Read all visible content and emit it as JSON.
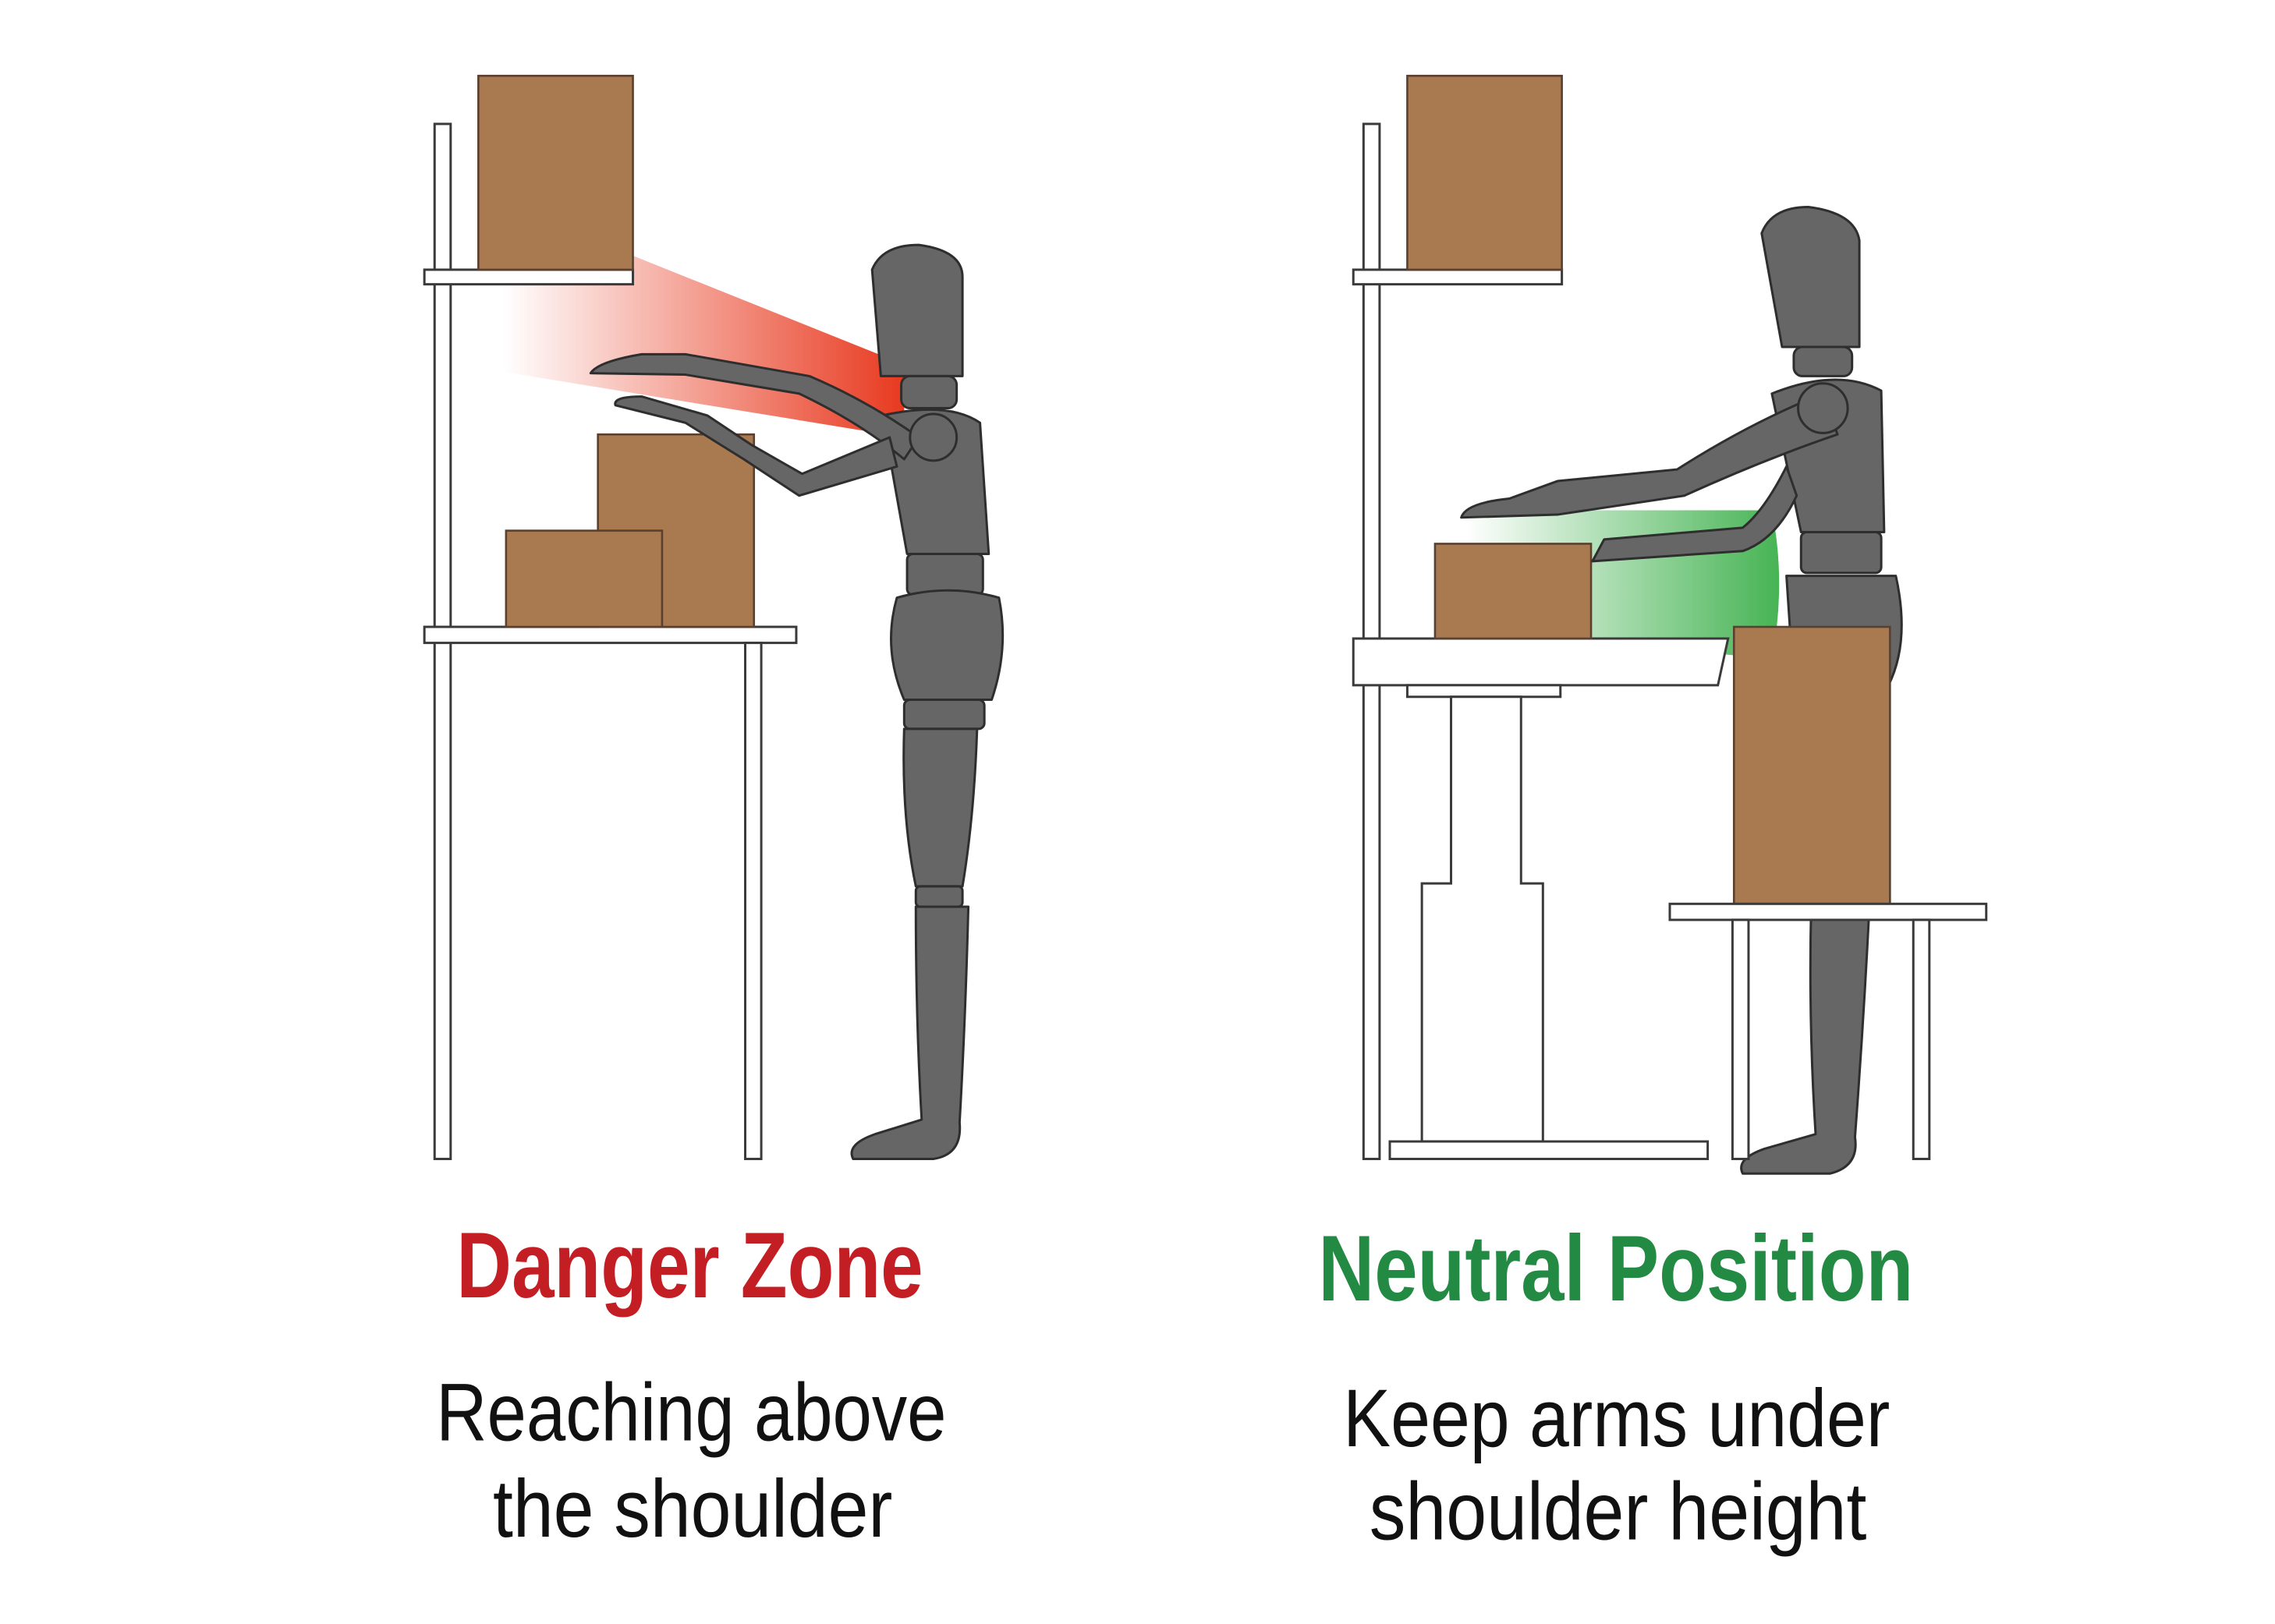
{
  "left_panel": {
    "title": "Danger Zone",
    "caption_line1": "Reaching above",
    "caption_line2": "the shoulder",
    "title_color": "#C41E25",
    "zone_color": "#E8391F"
  },
  "right_panel": {
    "title": "Neutral Position",
    "caption_line1": "Keep arms under",
    "caption_line2": "shoulder height",
    "title_color": "#238A43",
    "zone_color": "#3DB04B"
  }
}
